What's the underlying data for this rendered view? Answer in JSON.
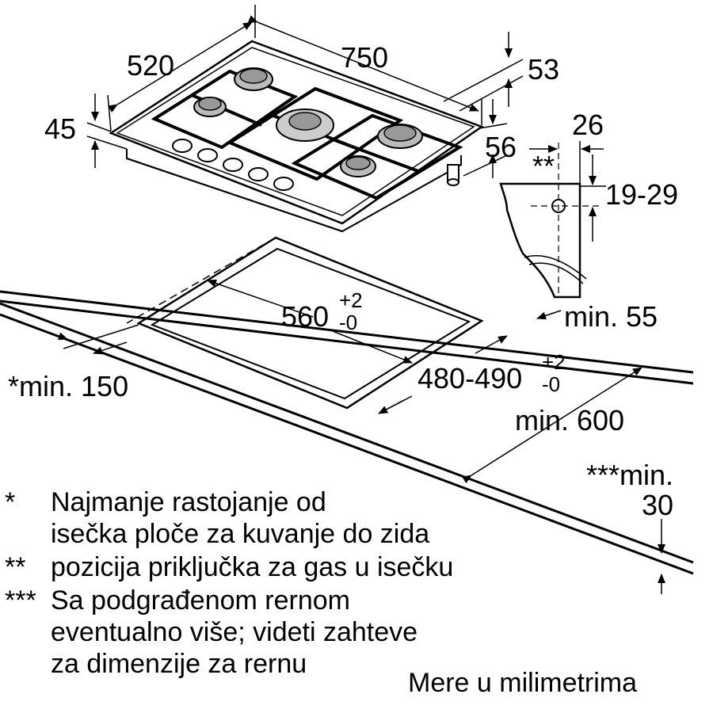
{
  "dimensions": {
    "hob_depth": "520",
    "hob_width": "750",
    "hob_height": "45",
    "top_offset": "53",
    "gas_offset": "56",
    "connector_width": "26",
    "connector_height": "19-29",
    "connector_marker": "**",
    "back_min": "min. 55",
    "cutout_width": "560",
    "cutout_width_tol_plus": "+2",
    "cutout_width_tol_minus": "-0",
    "cutout_depth": "480-490",
    "cutout_depth_tol_plus": "+2",
    "cutout_depth_tol_minus": "-0",
    "side_min": "*min. 150",
    "worktop_depth_min": "min. 600",
    "oven_min_label": "***min.",
    "oven_min_value": "30"
  },
  "notes": [
    {
      "mark": "*",
      "lines": [
        "Najmanje rastojanje od",
        "isečka ploče za kuvanje do zida"
      ]
    },
    {
      "mark": "**",
      "lines": [
        "pozicija priključka za gas u isečku"
      ]
    },
    {
      "mark": "***",
      "lines": [
        "Sa podgrađenom rernom",
        "eventualno više; videti zahteve",
        "za dimenzije za rernu"
      ]
    }
  ],
  "units_note": "Mere u milimetrima"
}
